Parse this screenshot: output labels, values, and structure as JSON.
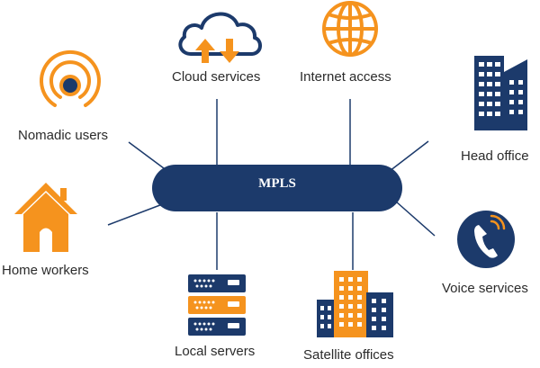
{
  "hub": {
    "label": "MPLS"
  },
  "nodes": [
    {
      "id": "cloud",
      "label": "Cloud services",
      "icon": "cloud-upload-download-icon"
    },
    {
      "id": "internet",
      "label": "Internet access",
      "icon": "globe-icon"
    },
    {
      "id": "nomadic",
      "label": "Nomadic users",
      "icon": "wireless-signal-icon"
    },
    {
      "id": "head",
      "label": "Head office",
      "icon": "office-buildings-icon"
    },
    {
      "id": "home",
      "label": "Home workers",
      "icon": "house-icon"
    },
    {
      "id": "voice",
      "label": "Voice services",
      "icon": "phone-icon"
    },
    {
      "id": "local",
      "label": "Local servers",
      "icon": "server-rack-icon"
    },
    {
      "id": "satellite",
      "label": "Satellite offices",
      "icon": "satellite-buildings-icon"
    }
  ],
  "colors": {
    "navy": "#1c3a6b",
    "orange": "#f5931e",
    "line": "#1c3a6b",
    "text": "#2b2b2b"
  }
}
